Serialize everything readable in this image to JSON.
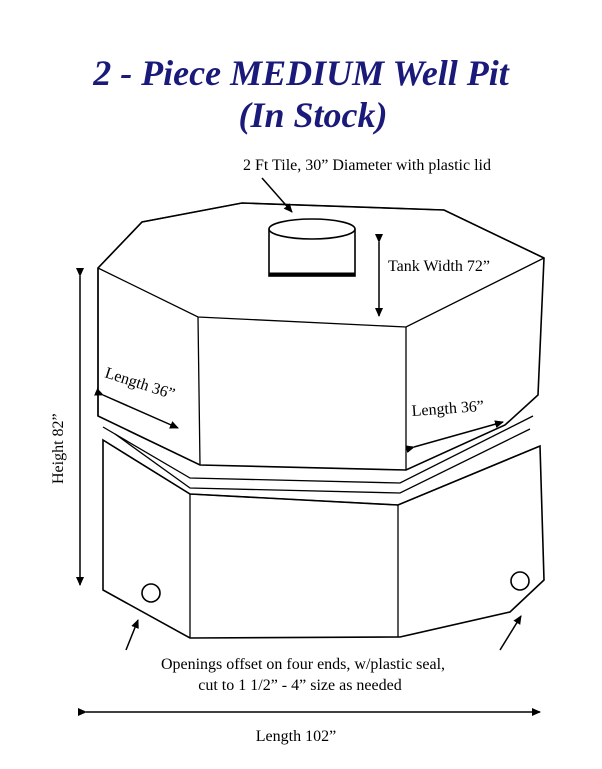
{
  "title": {
    "line1": "2 - Piece MEDIUM Well Pit",
    "line2": "(In Stock)"
  },
  "labels": {
    "tile": "2 Ft Tile, 30” Diameter with plastic lid",
    "tank_width": "Tank Width 72”",
    "length_left": "Length 36”",
    "length_right": "Length 36”",
    "height": "Height  82”",
    "openings_line1": "Openings offset on four ends, w/plastic seal,",
    "openings_line2": "cut to 1 1/2” - 4” size as needed",
    "length_total": "Length 102”"
  }
}
